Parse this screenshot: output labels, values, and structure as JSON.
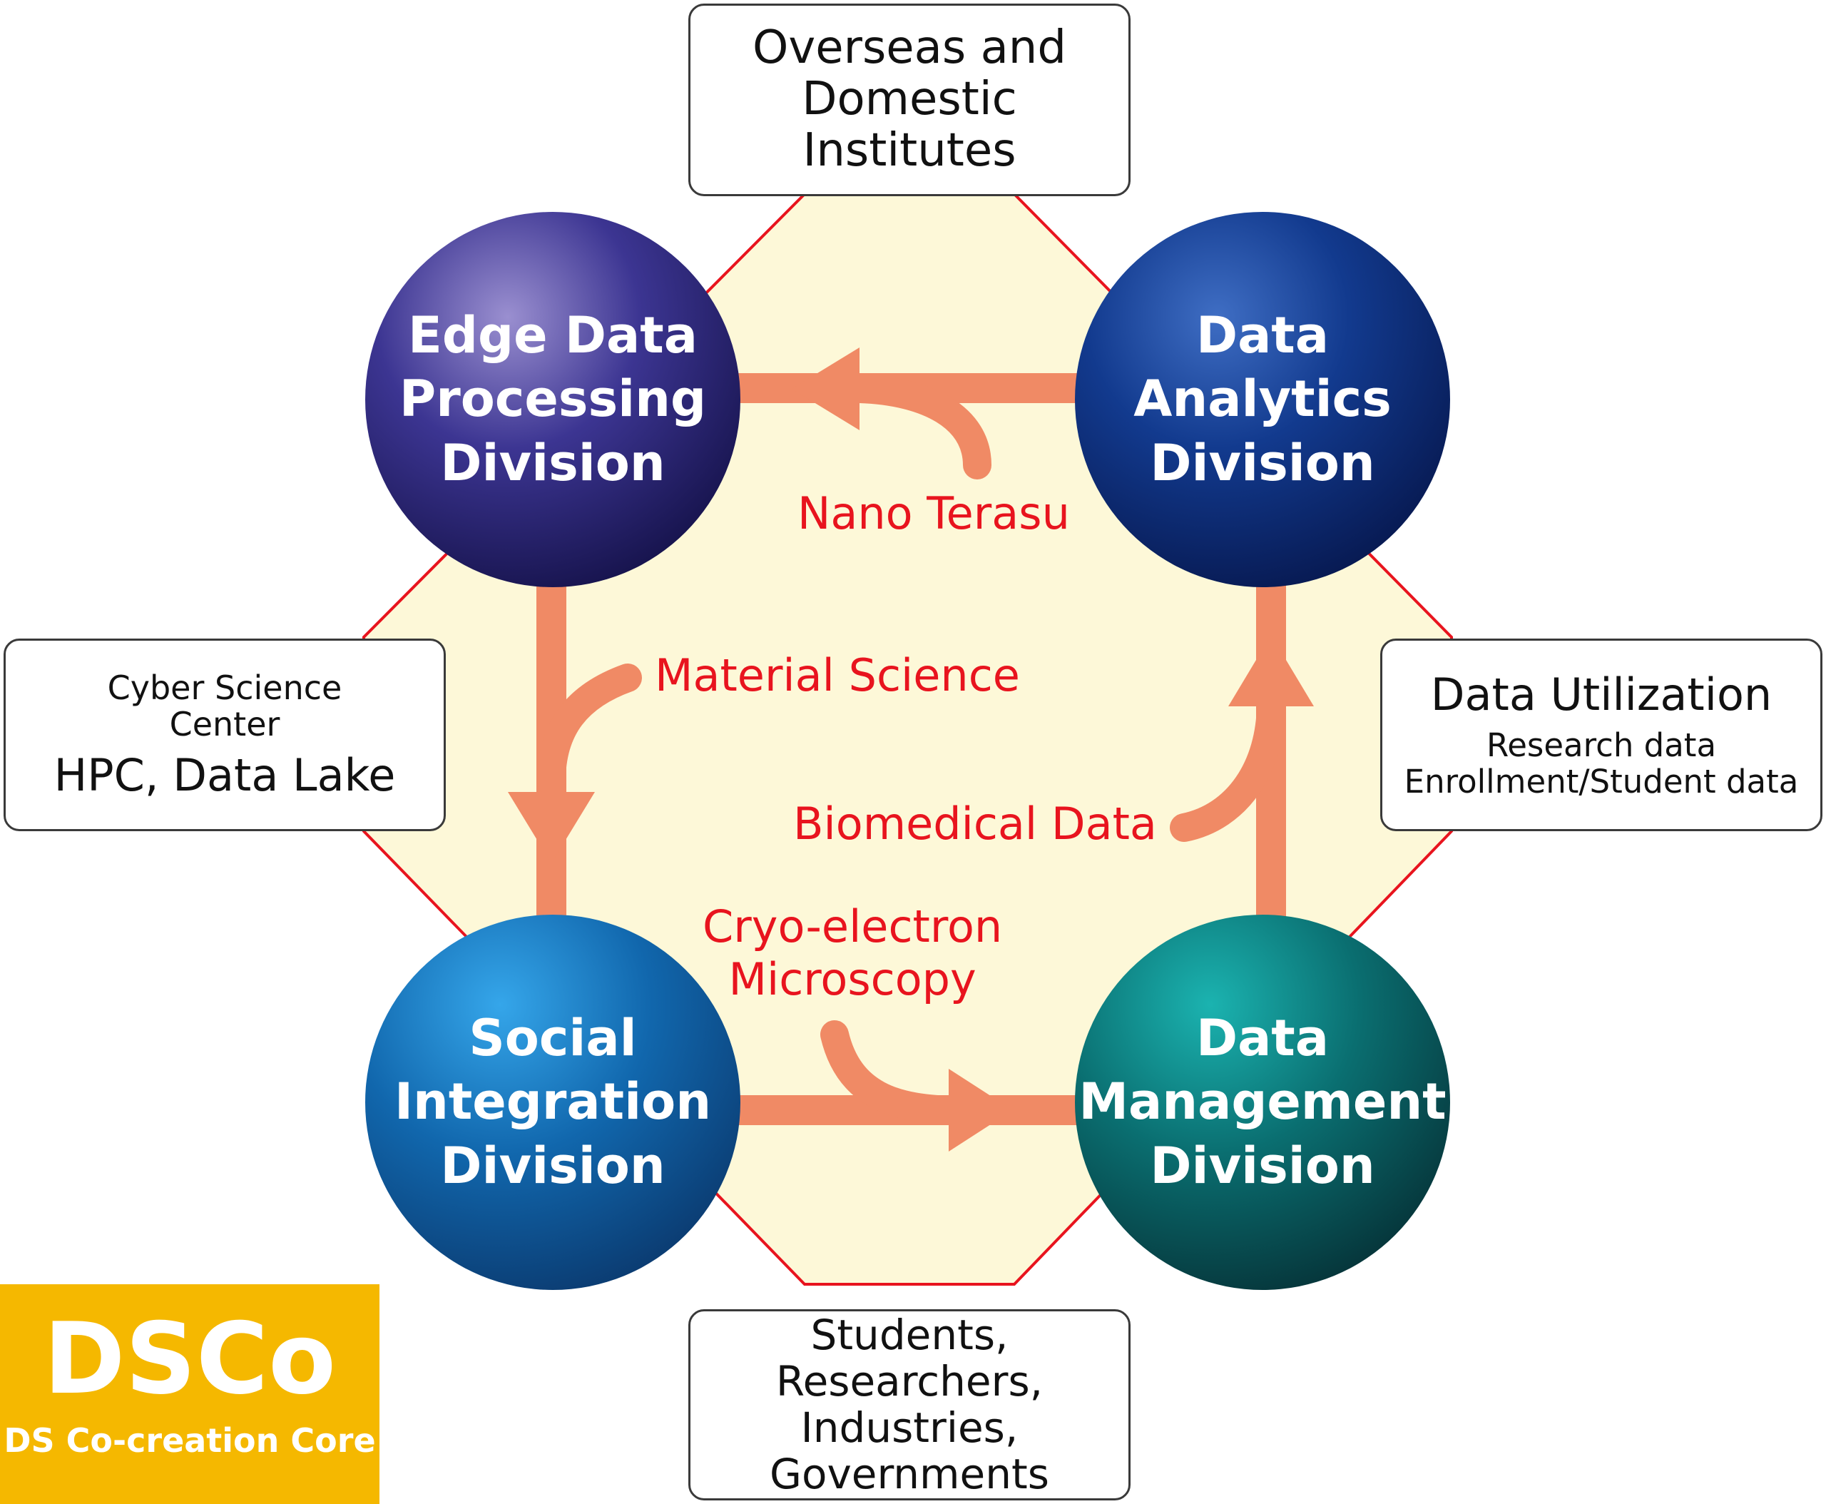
{
  "boxes": {
    "top": [
      "Overseas and",
      "Domestic",
      "Institutes"
    ],
    "bottom": [
      "Students,",
      "Researchers,",
      "Industries,",
      "Governments"
    ],
    "left": {
      "small_lines": [
        "Cyber Science",
        "Center"
      ],
      "large": "HPC, Data Lake"
    },
    "right": {
      "title": "Data Utilization",
      "lines": [
        "Research data",
        "Enrollment/Student data"
      ]
    }
  },
  "divisions": {
    "edge": [
      "Edge Data",
      "Processing",
      "Division"
    ],
    "analytics": [
      "Data",
      "Analytics",
      "Division"
    ],
    "social": [
      "Social",
      "Integration",
      "Division"
    ],
    "management": [
      "Data",
      "Management",
      "Division"
    ]
  },
  "flows": {
    "nano": "Nano Terasu",
    "material": "Material Science",
    "biomedical": "Biomedical Data",
    "cryo": [
      "Cryo-electron",
      "Microscopy"
    ]
  },
  "logo": {
    "main": "DSCo",
    "sub": "DS Co-creation Core"
  },
  "colors": {
    "octagon_fill": "#fdf8d8",
    "octagon_stroke": "#e8141e",
    "arrow": "#f08a65",
    "flow_label": "#e8141e",
    "logo_bg": "#f5b800",
    "edge_circle": "#2e2a78",
    "analytics_circle": "#0c2a76",
    "social_circle": "#1167ad",
    "management_circle": "#0a6e70"
  }
}
